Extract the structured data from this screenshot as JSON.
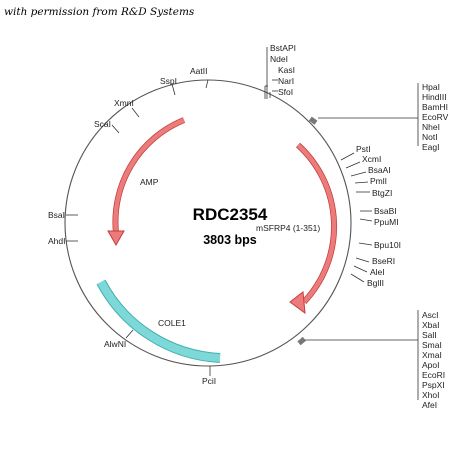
{
  "credit": "with permission from R&D Systems",
  "plasmid": {
    "name": "RDC2354",
    "size": "3803 bps"
  },
  "features": {
    "amp": "AMP",
    "insert": "mSFRP4 (1-351)",
    "ori": "COLE1"
  },
  "sites": {
    "top": [
      "BstAPI",
      "NdeI",
      "KasI",
      "NarI",
      "SfoI"
    ],
    "aatII": "AatII",
    "sspI": "SspI",
    "xmnI": "XmnI",
    "scaI": "ScaI",
    "bsaI": "BsaI",
    "ahdI": "AhdI",
    "alwNI": "AlwNI",
    "pciI": "PciI",
    "mcs1": [
      "HpaI",
      "HindIII",
      "BamHI",
      "EcoRV",
      "NheI",
      "NotI",
      "EagI"
    ],
    "right": [
      "PstI",
      "XcmI",
      "BsaAI",
      "PmlI",
      "BtgZI",
      "BsaBI",
      "PpuMI",
      "Bpu10I",
      "BseRI",
      "AleI",
      "BglII"
    ],
    "mcs2": [
      "AscI",
      "XbaI",
      "SalI",
      "SmaI",
      "XmaI",
      "ApoI",
      "EcoRI",
      "PspXI",
      "XhoI",
      "AfeI"
    ]
  },
  "colors": {
    "arrow_fill": "#ec7c7c",
    "arrow_stroke": "#c43c3c",
    "ori_fill": "#7fd8d8",
    "ori_stroke": "#3fb0b0",
    "backbone": "#555555"
  }
}
